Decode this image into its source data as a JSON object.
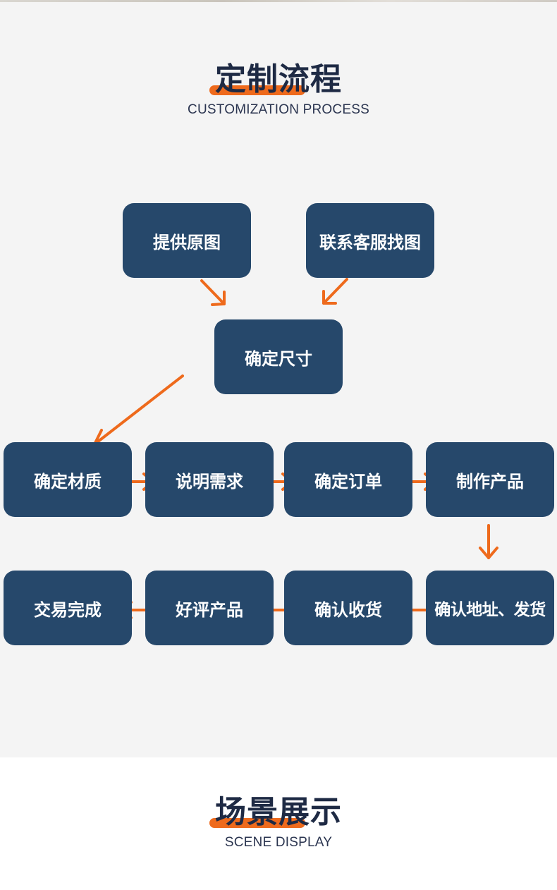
{
  "process": {
    "title": "定制流程",
    "subtitle": "CUSTOMIZATION PROCESS",
    "steps": [
      "提供原图",
      "联系客服找图",
      "确定尺寸",
      "确定材质",
      "说明需求",
      "确定订单",
      "制作产品",
      "确认地址、发货",
      "确认收货",
      "好评产品",
      "交易完成"
    ]
  },
  "scene": {
    "title": "场景展示",
    "subtitle": "SCENE DISPLAY"
  },
  "colors": {
    "background": "#f4f4f4",
    "box": "#26486b",
    "arrow": "#ee6a1c",
    "heading": "#1e2a44"
  }
}
